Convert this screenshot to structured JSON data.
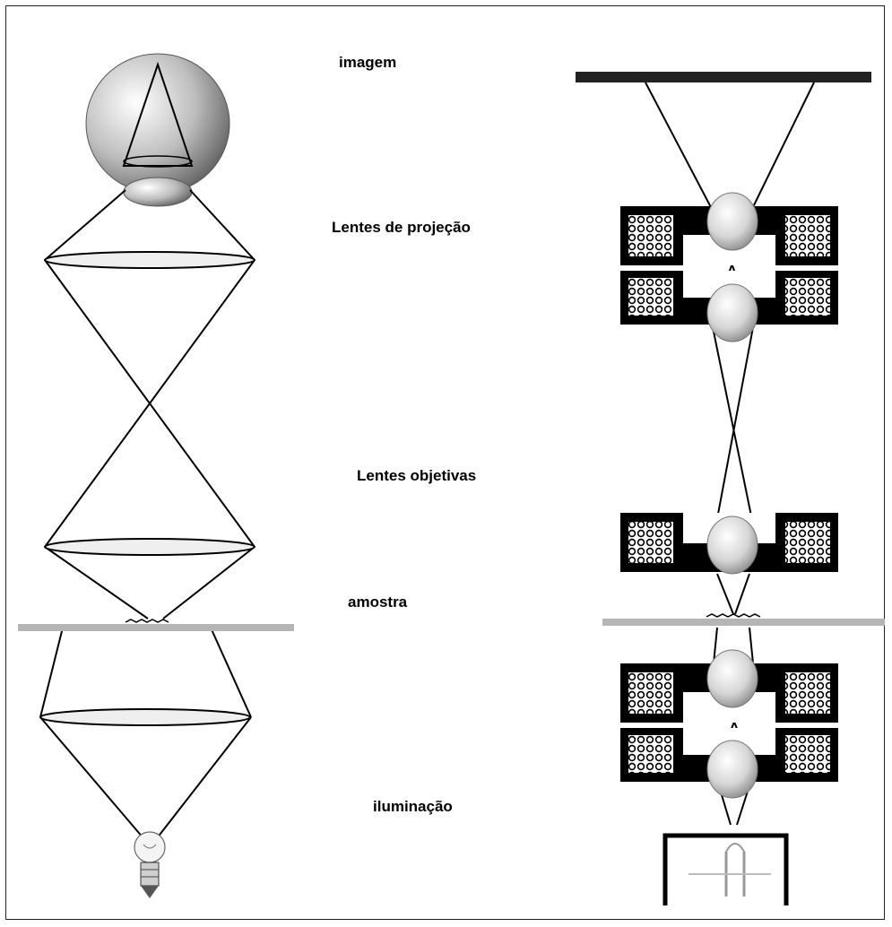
{
  "labels": {
    "image": "imagem",
    "projection": "Lentes de projeção",
    "objective": "Lentes objetivas",
    "sample": "amostra",
    "illumination": "iluminação"
  },
  "diagrams": {
    "left": "light-microscope",
    "right": "electron-microscope"
  },
  "colors": {
    "line": "#000000",
    "coil": "#000000",
    "sample_plate": "#b5b5b5",
    "lens_fill": "#e6e6e6",
    "frame": "#222222"
  }
}
